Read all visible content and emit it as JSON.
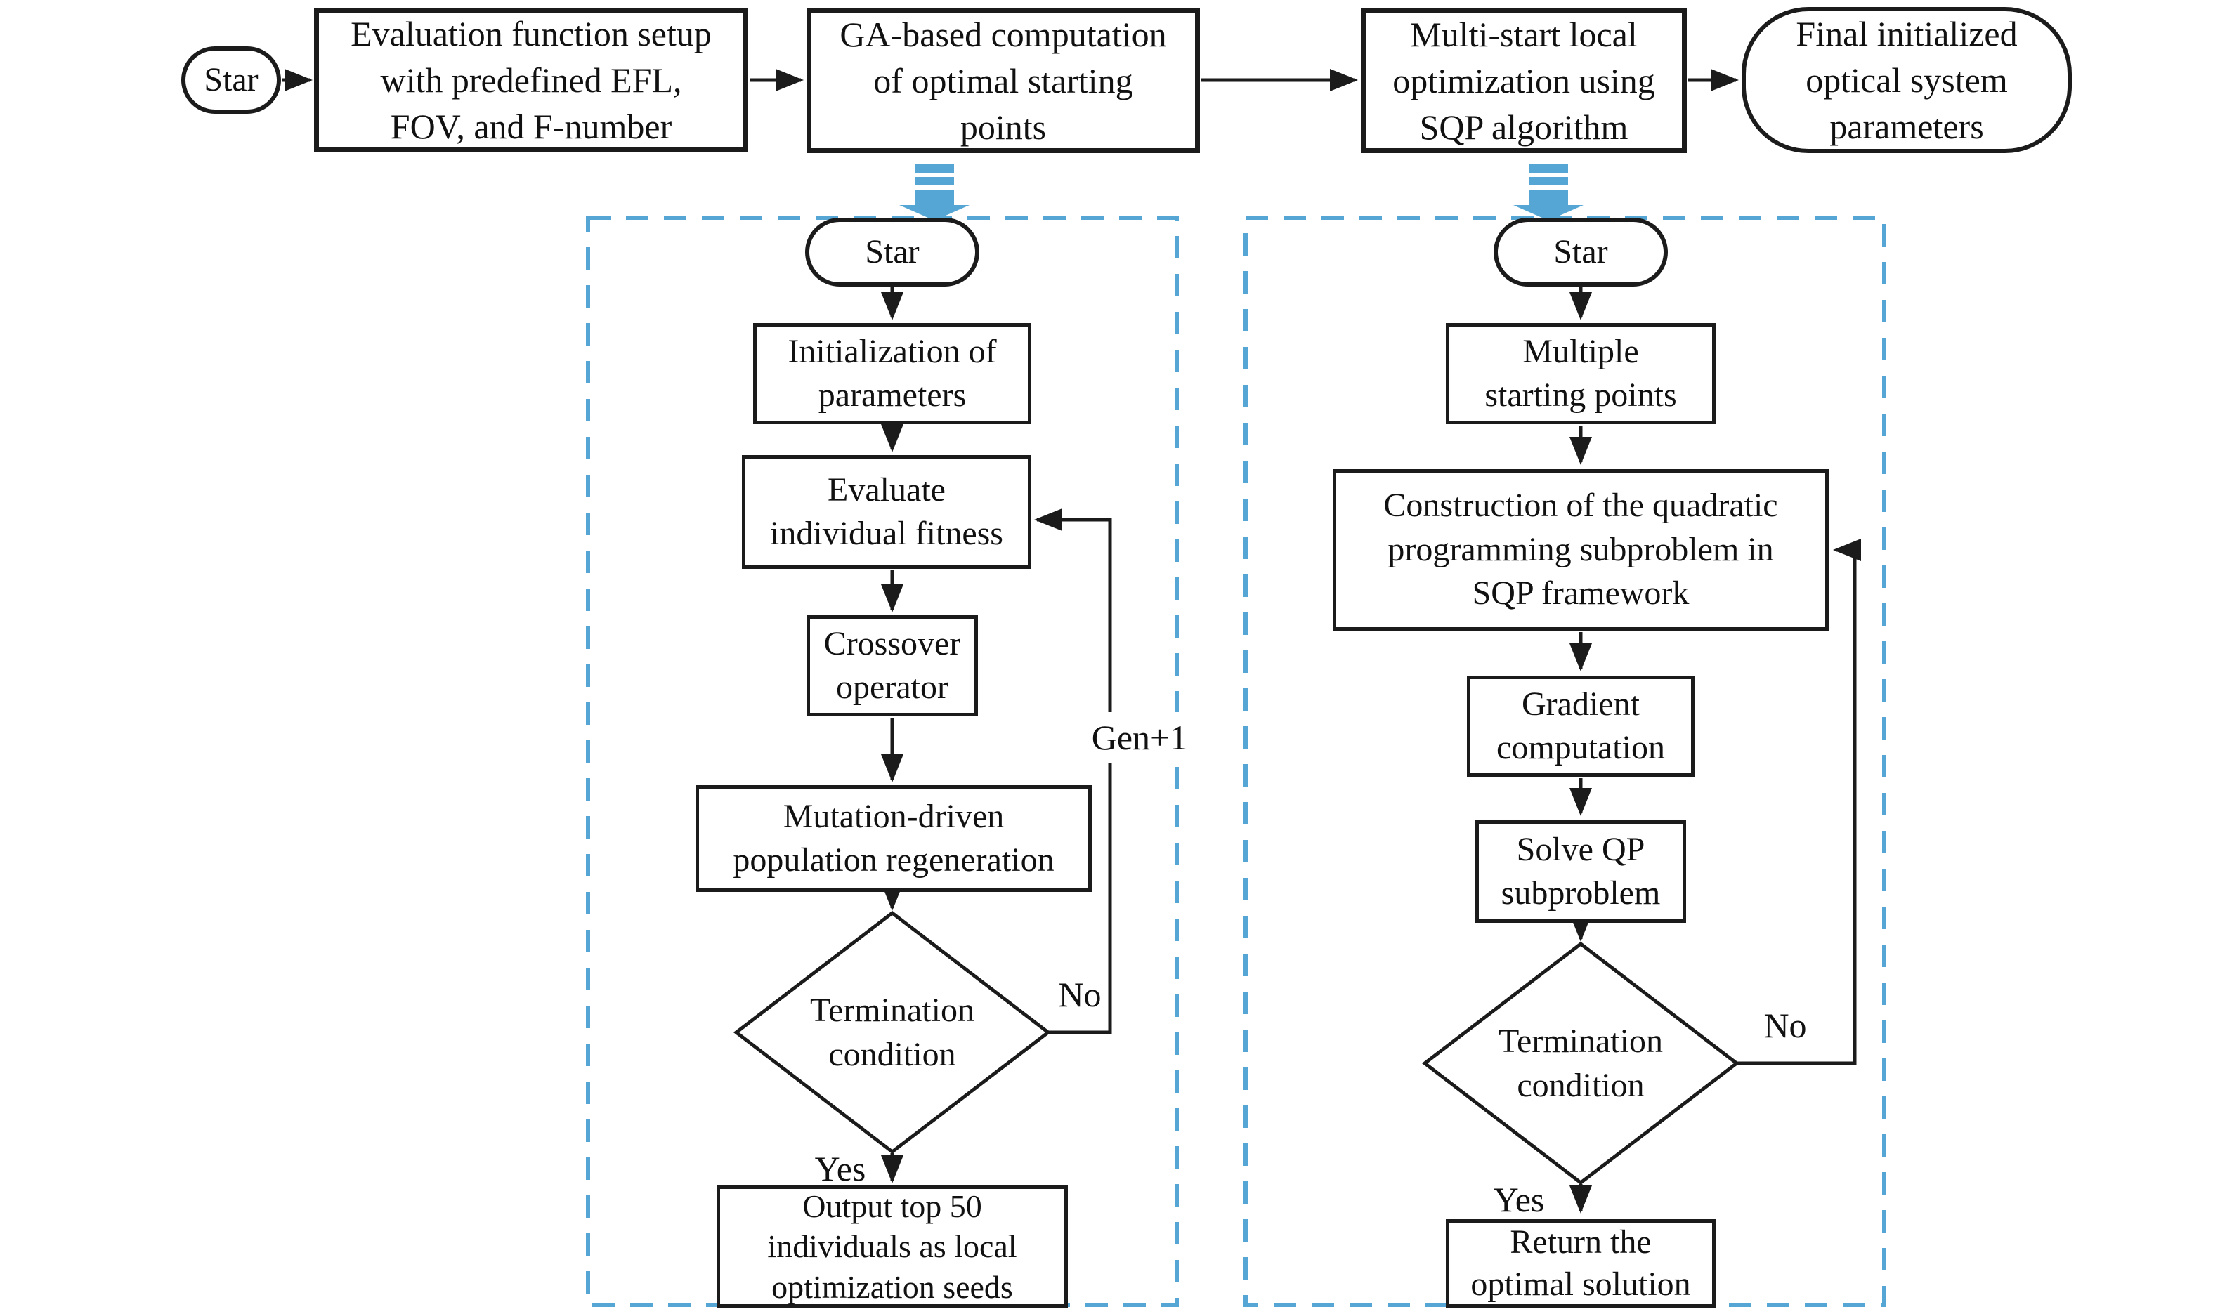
{
  "title": "Two-stage optical system initialization flowchart",
  "colors": {
    "accent_blue": "#55a6d4",
    "line_black": "#1b1b1b",
    "node_fill": "#ffffff"
  },
  "icons": {
    "blue_down_arrow": "thick-down-block-arrow",
    "arrowhead": "solid-triangle"
  },
  "nodes": {
    "top_start": "Star",
    "top_eval": "Evaluation function setup\nwith predefined EFL,\nFOV, and F-number",
    "top_ga": "GA-based computation\nof optimal starting\npoints",
    "top_multi": "Multi-start local\noptimization using\nSQP algorithm",
    "top_final": "Final initialized\noptical system\nparameters",
    "ga_start": "Star",
    "ga_init": "Initialization of\nparameters",
    "ga_evaluate": "Evaluate\nindividual fitness",
    "ga_crossover": "Crossover\noperator",
    "ga_mutation": "Mutation-driven\npopulation regeneration",
    "ga_termination": "Termination\ncondition",
    "ga_output": "Output top 50\nindividuals as local\noptimization seeds",
    "sqp_start": "Star",
    "sqp_multiple": "Multiple\nstarting points",
    "sqp_construction": "Construction of the quadratic\nprogramming subproblem in\nSQP framework",
    "sqp_gradient": "Gradient\ncomputation",
    "sqp_solve": "Solve QP\nsubproblem",
    "sqp_termination": "Termination\ncondition",
    "sqp_return": "Return the\noptimal solution"
  },
  "labels": {
    "ga_gen_plus_one": "Gen+1",
    "ga_no": "No",
    "ga_yes": "Yes",
    "sqp_no": "No",
    "sqp_yes": "Yes"
  }
}
